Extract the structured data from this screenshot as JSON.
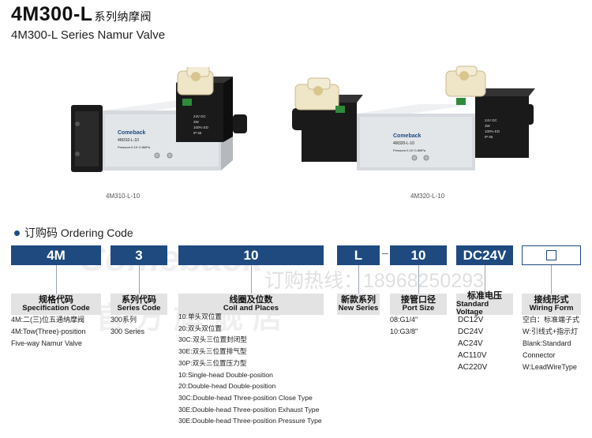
{
  "header": {
    "model": "4M300-L",
    "title_cn_suffix": "系列纳摩阀",
    "subtitle": "4M300-L Series Namur Valve"
  },
  "products": [
    {
      "caption": "4M310-L-10",
      "brand": "Comeback",
      "model_label": "4M310-L-10",
      "pressure_label": "Pressure:0.15~0.8MPa",
      "coil_lines": [
        "24V  DC",
        "3W",
        "100% ED",
        "IP  65"
      ]
    },
    {
      "caption": "4M320-L-10",
      "brand": "Comeback",
      "model_label": "4M320-L-10",
      "pressure_label": "Pressure:0.15~0.8MPa",
      "coil_lines": [
        "24V  DC",
        "3W",
        "100% ED",
        "IP  65"
      ]
    }
  ],
  "ordering": {
    "title": "订购码 Ordering Code",
    "codes": [
      "4M",
      "3",
      "10",
      "L",
      "10",
      "DC24V",
      "□"
    ],
    "watermark_brand": "Comeback",
    "watermark_hotline": "订购热线：18968250293",
    "watermark_store": "官方旗舰店"
  },
  "sections": {
    "spec": {
      "title_cn": "规格代码",
      "title_en": "Specification Code",
      "items": [
        "4M:二(三)位五通纳摩阀",
        "4M:Tow(Three)-position",
        "Five-way Namur Valve"
      ]
    },
    "series": {
      "title_cn": "系列代码",
      "title_en": "Series Code",
      "items": [
        "300系列",
        "300 Series"
      ]
    },
    "coil": {
      "title_cn": "线圈及位数",
      "title_en": "Coil and Places",
      "items": [
        "10:单头双位置",
        "20:双头双位置",
        "30C:双头三位置封闭型",
        "30E:双头三位置排气型",
        "30P:双头三位置压力型",
        "10:Single-head Double-position",
        "20:Double-head Double-position",
        "30C:Double-head Three-position Close Type",
        "30E:Double-head Three-position Exhaust Type",
        "30E:Double-head Three-position Pressure Type"
      ]
    },
    "newseries": {
      "title_cn": "新款系列",
      "title_en": "New Series",
      "items": []
    },
    "port": {
      "title_cn": "接管口径",
      "title_en": "Port Size",
      "items": [
        "08:G1/4\"",
        "10:G3/8\""
      ]
    },
    "voltage": {
      "title_cn": "标准电压",
      "title_en": "Standard Voltage",
      "items": [
        "DC12V",
        "DC24V",
        "AC24V",
        "AC110V",
        "AC220V"
      ]
    },
    "wiring": {
      "title_cn": "接线形式",
      "title_en": "Wiring Form",
      "items": [
        "空白：标准端子式",
        "W:引线式+指示灯",
        "Blank:Standard",
        "Connector",
        "W:LeadWireType"
      ]
    }
  },
  "colors": {
    "accent": "#1e4a80",
    "header_box": "#e3e3e3",
    "valve_body": "#d6d9dd",
    "valve_black": "#1a1a1a",
    "valve_green": "#2f8a3a"
  }
}
